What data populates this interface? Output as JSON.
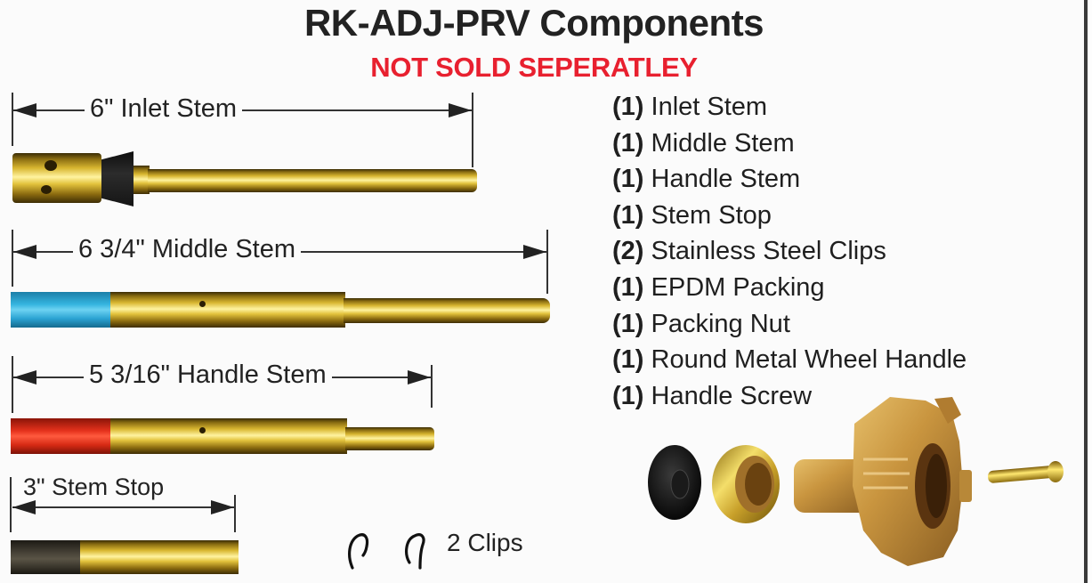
{
  "header": {
    "title": "RK-ADJ-PRV Components",
    "subtitle": "NOT SOLD SEPERATLEY",
    "subtitle_color": "#e8202f"
  },
  "components": [
    {
      "label": "6\" Inlet Stem",
      "length": "6\"",
      "name": "Inlet Stem",
      "cap_color": "#1a1a1a"
    },
    {
      "label": "6 3/4\" Middle Stem",
      "length": "6 3/4\"",
      "name": "Middle Stem",
      "cap_color": "#35b5e0"
    },
    {
      "label": "5 3/16\" Handle Stem",
      "length": "5 3/16\"",
      "name": "Handle Stem",
      "cap_color": "#e5321c"
    },
    {
      "label": "3\" Stem Stop",
      "length": "3\"",
      "name": "Stem Stop",
      "cap_color": "#4a453a"
    }
  ],
  "clips": {
    "label": "2 Clips",
    "count": 2
  },
  "parts_list": [
    {
      "qty": "(1)",
      "name": "Inlet Stem"
    },
    {
      "qty": "(1)",
      "name": "Middle Stem"
    },
    {
      "qty": "(1)",
      "name": "Handle Stem"
    },
    {
      "qty": "(1)",
      "name": "Stem Stop"
    },
    {
      "qty": "(2)",
      "name": "Stainless Steel Clips"
    },
    {
      "qty": "(1)",
      "name": "EPDM Packing"
    },
    {
      "qty": "(1)",
      "name": "Packing Nut"
    },
    {
      "qty": "(1)",
      "name": "Round Metal Wheel Handle"
    },
    {
      "qty": "(1)",
      "name": "Handle Screw"
    }
  ],
  "colors": {
    "brass": "#d8b630",
    "text": "#1f1f1f",
    "accent_red": "#e8202f"
  }
}
